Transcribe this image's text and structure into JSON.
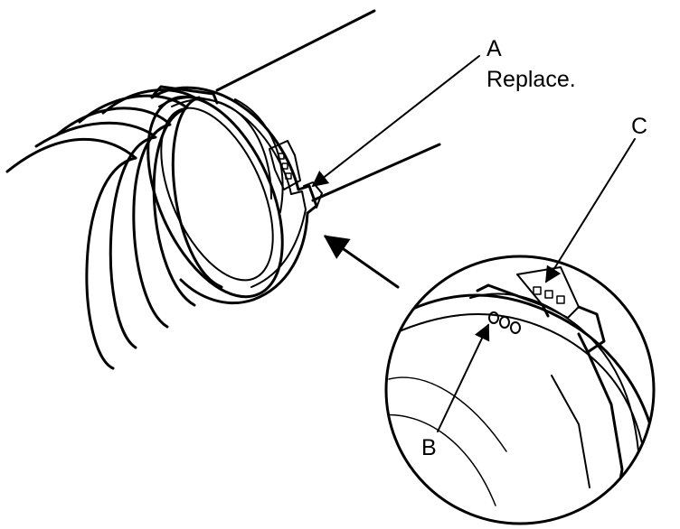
{
  "callouts": {
    "a": {
      "letter": "A",
      "note": "Replace."
    },
    "b": {
      "letter": "B"
    },
    "c": {
      "letter": "C"
    }
  },
  "colors": {
    "ink": "#000000",
    "paper": "#ffffff"
  }
}
